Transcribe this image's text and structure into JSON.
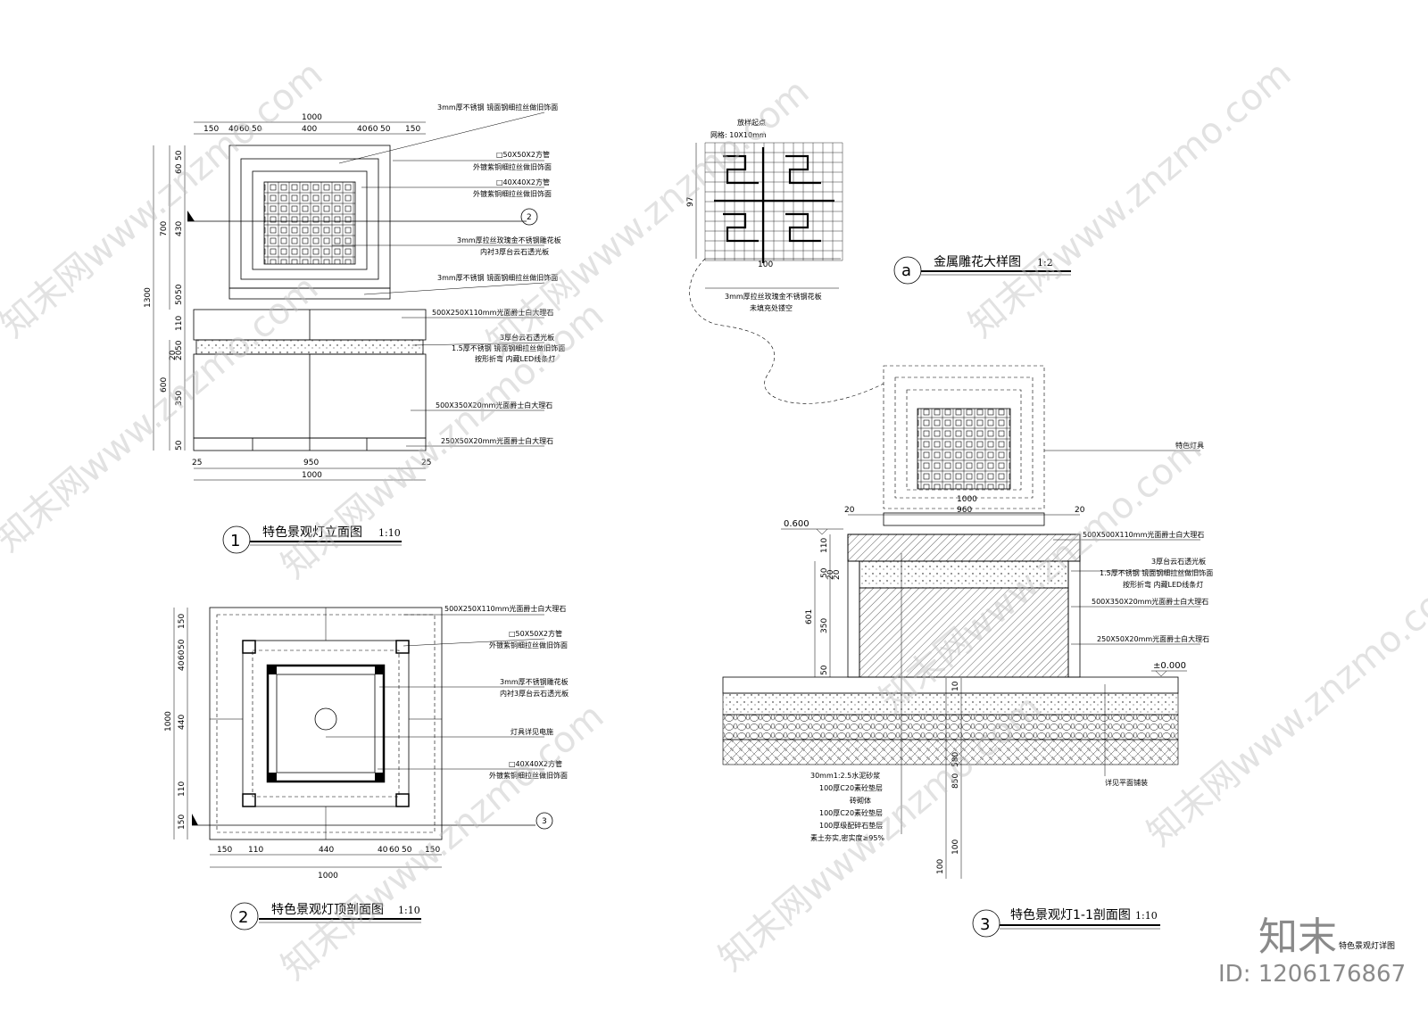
{
  "drawing1": {
    "title": "特色景观灯立面图",
    "number": "1",
    "scale": "1:10",
    "top_dims": [
      "150",
      "40",
      "60",
      "50",
      "400",
      "40",
      "60",
      "50",
      "150"
    ],
    "top_total": "1000",
    "left_dims": [
      "60",
      "50",
      "430",
      "700",
      "50",
      "50",
      "110",
      "50",
      "20",
      "20",
      "350",
      "50",
      "1300",
      "600"
    ],
    "bottom_dims": [
      "25",
      "950",
      "25"
    ],
    "bottom_total": "1000",
    "section_mark": "2",
    "notes": [
      "3mm厚不锈钢  镜面钢细拉丝做旧饰面",
      "□50X50X2方管",
      "外镀紫铜细拉丝做旧饰面",
      "□40X40X2方管",
      "外镀紫铜细拉丝做旧饰面",
      "3mm厚拉丝玫瑰金不锈钢雕花板",
      "内衬3厚台云石透光板",
      "3mm厚不锈钢  镜面钢细拉丝做旧饰面",
      "500X250X110mm光面爵士白大理石",
      "3厚台云石透光板",
      "1.5厚不锈钢  镜面钢细拉丝做旧饰面",
      "按形折弯  内藏LED线条灯",
      "500X350X20mm光面爵士白大理石",
      "250X50X20mm光面爵士白大理石"
    ]
  },
  "drawing2": {
    "title": "特色景观灯顶剖面图",
    "number": "2",
    "scale": "1:10",
    "left_dims": [
      "150",
      "50",
      "60",
      "40",
      "440",
      "1000",
      "110",
      "150"
    ],
    "bottom_dims": [
      "150",
      "110",
      "440",
      "40",
      "60",
      "50",
      "150"
    ],
    "bottom_total": "1000",
    "section_mark": "3",
    "notes": [
      "500X250X110mm光面爵士白大理石",
      "□50X50X2方管",
      "外镀紫铜细拉丝做旧饰面",
      "3mm厚不锈钢雕花板",
      "内衬3厚台云石透光板",
      "灯具详见电施",
      "□40X40X2方管",
      "外镀紫铜细拉丝做旧饰面"
    ]
  },
  "drawing_a": {
    "title": "金属雕花大样图",
    "number": "a",
    "scale": "1:2",
    "origin_label": "放样起点",
    "grid_label": "网格: 10X10mm",
    "dim_width": "100",
    "dim_height": "97",
    "notes": [
      "3mm厚拉丝玫瑰金不锈钢花板",
      "未填充处镂空"
    ]
  },
  "drawing3": {
    "title": "特色景观灯1-1剖面图",
    "number": "3",
    "scale": "1:10",
    "elev_top": "0.600",
    "elev_ground": "±0.000",
    "top_dims": [
      "20",
      "960",
      "20"
    ],
    "top_total": "1000",
    "left_dims": [
      "110",
      "50",
      "20",
      "20",
      "350",
      "601",
      "50"
    ],
    "found_dims": [
      "10",
      "580",
      "850",
      "100",
      "100"
    ],
    "right_notes": [
      "特色灯具",
      "500X500X110mm光面爵士白大理石",
      "3厚台云石透光板",
      "1.5厚不锈钢  镜面钢细拉丝做旧饰面",
      "按形折弯  内藏LED线条灯",
      "500X350X20mm光面爵士白大理石",
      "250X50X20mm光面爵士白大理石",
      "详见平面铺装"
    ],
    "layers": [
      "30mm1:2.5水泥砂浆",
      "100厚C20素砼垫层",
      "砖砌体",
      "100厚C20素砼垫层",
      "100厚级配碎石垫层",
      "素土夯实,密实度≥95%"
    ]
  },
  "sheet": {
    "caption": "特色景观灯详图",
    "logo": "知末",
    "id": "ID: 1206176867",
    "watermark": "知末网www.znzmo.com"
  }
}
